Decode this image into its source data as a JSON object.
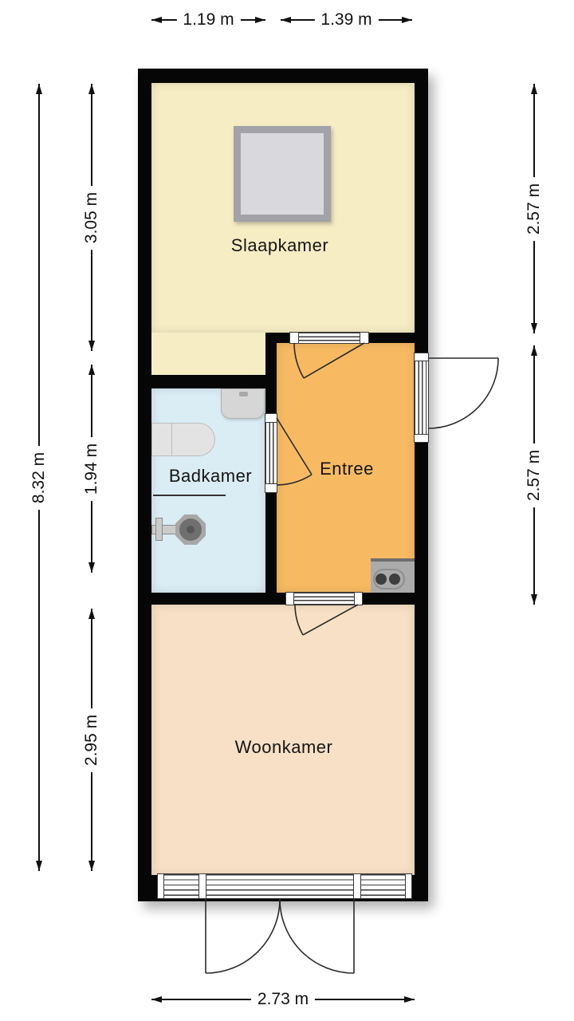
{
  "plan": {
    "wall_color": "#060606",
    "rooms": [
      {
        "id": "slaapkamer",
        "label": "Slaapkamer",
        "color": "#F7EDC5"
      },
      {
        "id": "badkamer",
        "label": "Badkamer",
        "color": "#DAECF4"
      },
      {
        "id": "entree",
        "label": "Entree",
        "color": "#F7BA63"
      },
      {
        "id": "woonkamer",
        "label": "Woonkamer",
        "color": "#F7E0C5"
      }
    ],
    "fixtures": [
      {
        "icon": "roof-window-icon",
        "room": "Slaapkamer"
      },
      {
        "icon": "washbasin-icon",
        "room": "Badkamer"
      },
      {
        "icon": "toilet-icon",
        "room": "Badkamer"
      },
      {
        "icon": "shower-mixer-icon",
        "room": "Badkamer"
      },
      {
        "icon": "cooktop-icon",
        "room": "Entree"
      }
    ]
  },
  "dimensions": {
    "top": [
      {
        "label": "1.19 m"
      },
      {
        "label": "1.39 m"
      }
    ],
    "bottom": [
      {
        "label": "2.73 m"
      }
    ],
    "left": [
      {
        "label": "8.32 m"
      },
      {
        "label": "3.05 m"
      },
      {
        "label": "1.94 m"
      },
      {
        "label": "2.95 m"
      }
    ],
    "right": [
      {
        "label": "2.57 m"
      },
      {
        "label": "2.57 m"
      }
    ]
  }
}
